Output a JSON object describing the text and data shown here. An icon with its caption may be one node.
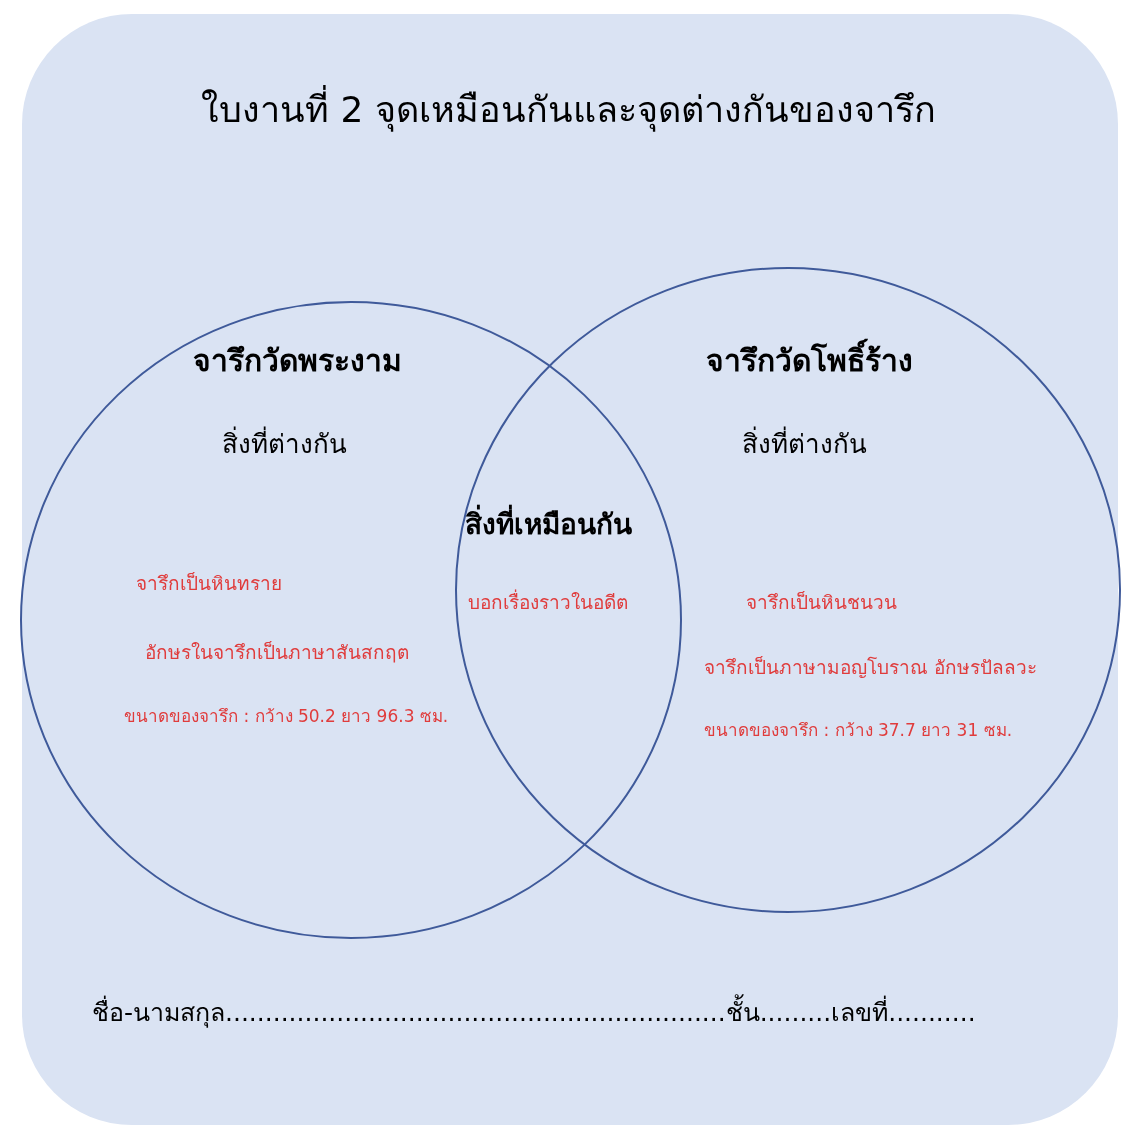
{
  "diagram": {
    "title": "ใบงานที่ 2 จุดเหมือนกันและจุดต่างกันของจารึก",
    "nodes": [
      {
        "text": [
          "จารึกวัดพระงาม",
          "สิ่งที่ต่างกัน",
          "จารึกเป็นหินทราย",
          "อักษรในจารึกเป็นภาษาสันสกฤต",
          "ขนาดของจารึก : กว้าง 50.2 ยาว 96.3 ซม."
        ]
      },
      {
        "text": [
          "จารึกวัดโพธิ์ร้าง",
          "สิ่งที่ต่างกัน",
          "จารึกเป็นหินชนวน",
          "จารึกเป็นภาษามอญโบราณ อักษรปัลลวะ",
          "ขนาดของจารึก :  กว้าง 37.7 ยาว 31 ซม."
        ]
      }
    ],
    "edges": [],
    "labels": [
      "สิ่งที่เหมือนกัน",
      "บอกเรื่องราวในอดีต",
      "ชื่อ-นามสกุล...............................................................ชั้น.........เลขที่..........."
    ]
  }
}
